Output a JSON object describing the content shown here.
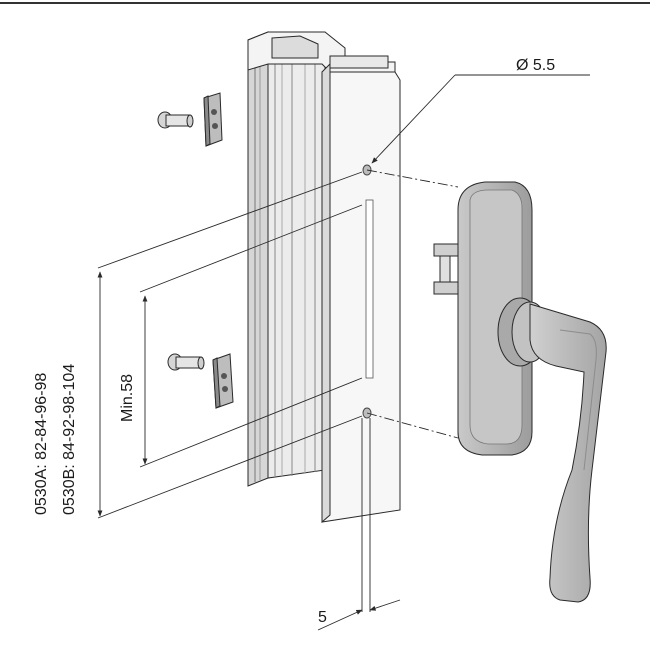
{
  "diagram": {
    "hole_diameter_label": "Ø 5.5",
    "min_distance_label": "Min.58",
    "variant_a_label": "0530A: 82-84-96-98",
    "variant_b_label": "0530B: 84-92-98-104",
    "edge_offset_label": "5"
  }
}
